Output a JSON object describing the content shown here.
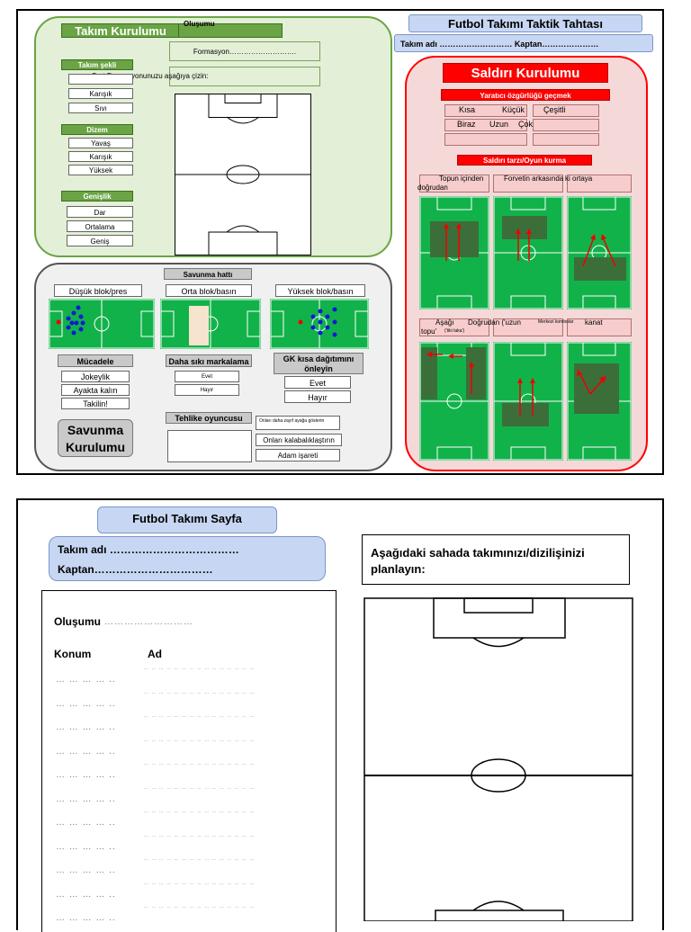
{
  "top": {
    "board_title": "Futbol Takımı Taktik Tahtası",
    "team_line": "Takım adı ……………………… Kaptan…………………",
    "team_setup": {
      "title": "Takım Kurulumu",
      "formation_small": "Oluşumu",
      "formation_field": "Formasyon……………………….",
      "draw_prompt": "Sert Formasyonunuzu aşağıya çizin:",
      "shape_title": "Takım şekli",
      "shape_items": [
        "",
        "Karışık",
        "Sıvı"
      ],
      "tempo_title": "Dizem",
      "tempo_items": [
        "Yavaş",
        "Karışık",
        "Yüksek"
      ],
      "width_title": "Genişlik",
      "width_items": [
        "Dar",
        "Ortalama",
        "Geniş"
      ]
    },
    "attack": {
      "title": "Saldırı Kurulumu",
      "creative_title": "Yaratıcı özgürlüğü geçmek",
      "creative_row1": [
        "Kısa",
        "Küçük",
        "Çeşitli"
      ],
      "creative_row2": [
        "Biraz",
        "Uzun",
        "Çok"
      ],
      "style_title": "Saldırı tarzı/Oyun kurma",
      "style_row1": [
        "Topun içinden doğrudan",
        "Forvetin arkasında",
        "ki ortaya"
      ],
      "style_row2_a": "Aşağı",
      "style_row2_b": "topu'",
      "style_row2_tiny": "('tiki taka')",
      "style_row2_c": "Doğrudan ('uzun",
      "style_row2_d": "Merkezi kombolar",
      "style_row2_e": "kanat"
    },
    "defense": {
      "line_title": "Savunma hattı",
      "blocks": [
        "Düşük blok/pres",
        "Orta blok/basın",
        "Yüksek blok/basın"
      ],
      "struggle_title": "Mücadele",
      "struggle_items": [
        "Jokeylik",
        "Ayakta kalın",
        "Takilin!"
      ],
      "marking_title": "Daha sıkı markalama",
      "marking_items": [
        "Evet",
        "Hayır"
      ],
      "gk_title": "GK kısa dağıtımını önleyin",
      "gk_items": [
        "Evet",
        "Hayır"
      ],
      "danger_title": "Tehlike oyuncusu",
      "danger_items": [
        "Onları daha zayıf ayağa gösterin",
        "Onları kalabalıklaştırın",
        "Adam işareti"
      ],
      "defense_title": "Savunma Kurulumu"
    }
  },
  "bottom": {
    "page_title": "Futbol Takımı   Sayfa",
    "team_name": "Takım adı ………………………………",
    "captain": "Kaptan……………………………",
    "formation_label": "Oluşumu",
    "formation_dots": "………………………",
    "col_position": "Konum",
    "col_name": "Ad",
    "pos_dots": "… … … … ..",
    "name_dots": "… … … … … … … … … … … … … … …",
    "plan_prompt": "Aşağıdaki sahada takımınızı/dizilişinizi planlayın:"
  },
  "colors": {
    "pitch_green": "#12b24a",
    "attack_red": "#ff0000",
    "team_green": "#6aa444",
    "blue_bar": "#c7d7f3"
  }
}
